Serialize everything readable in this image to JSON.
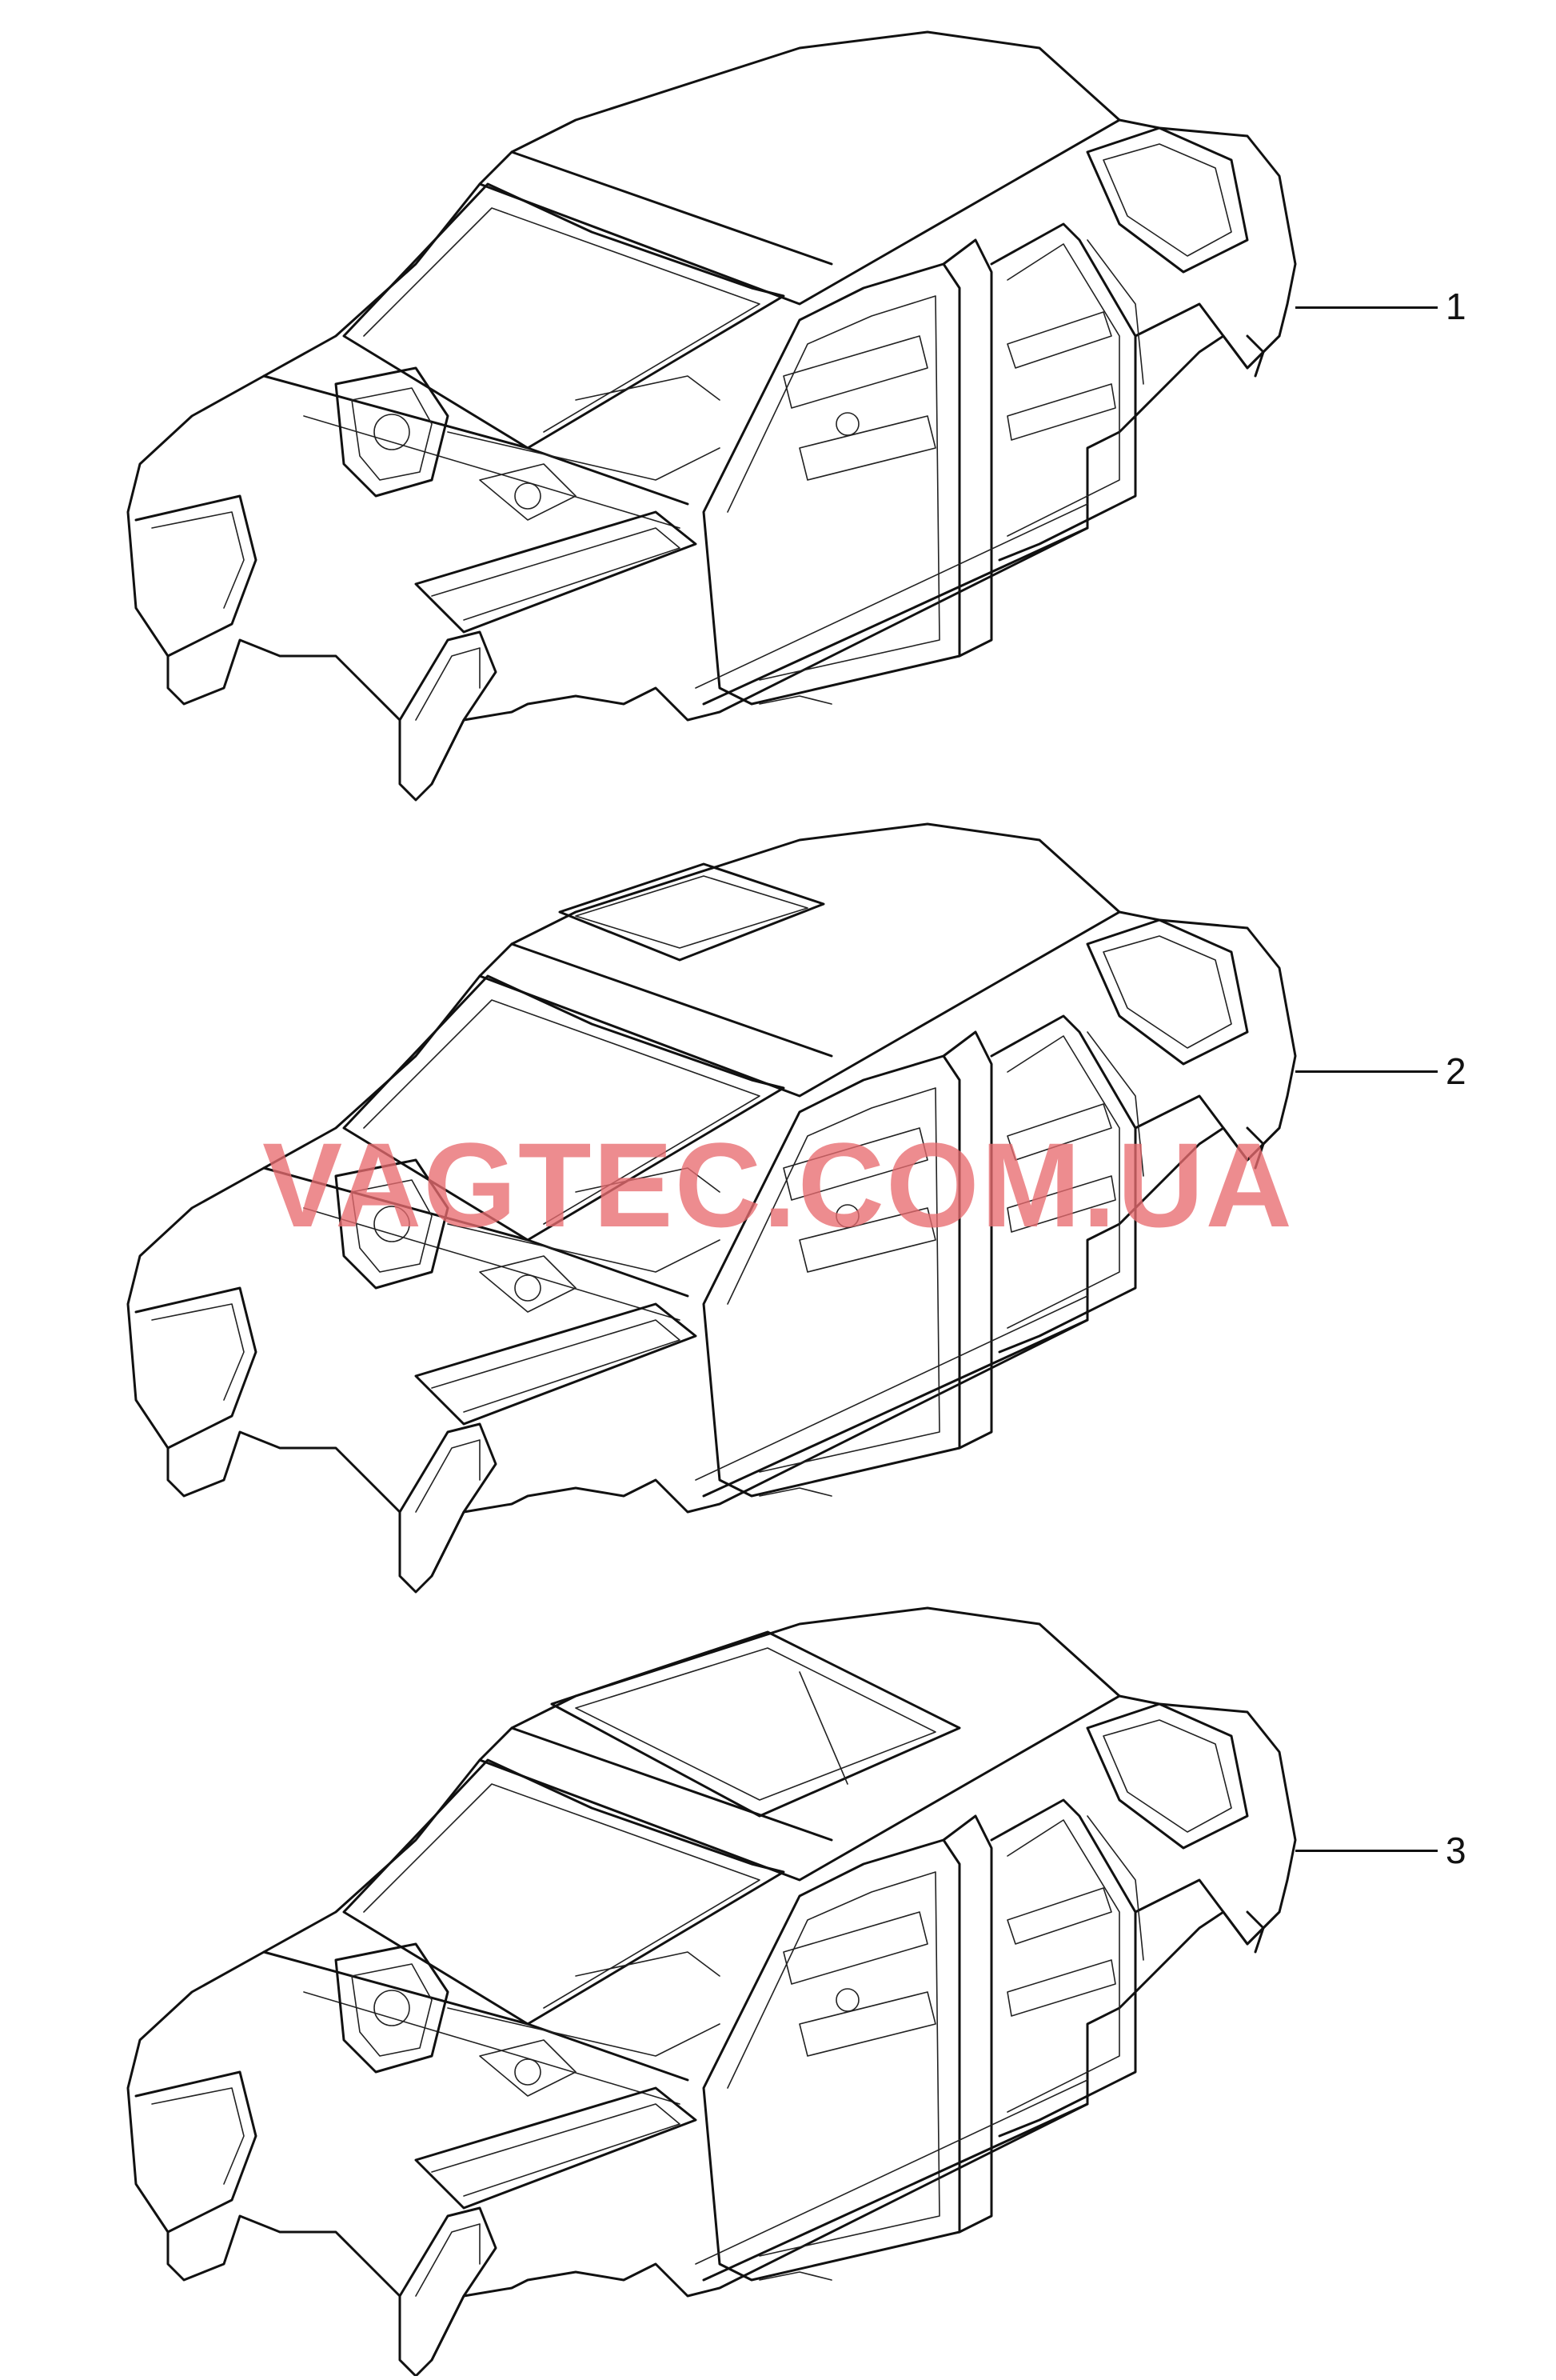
{
  "diagram": {
    "items": [
      {
        "label": "1",
        "roof": "solid"
      },
      {
        "label": "2",
        "roof": "sunroof"
      },
      {
        "label": "3",
        "roof": "panoramic"
      }
    ],
    "watermark": "VAGTEC.COM.UA"
  }
}
